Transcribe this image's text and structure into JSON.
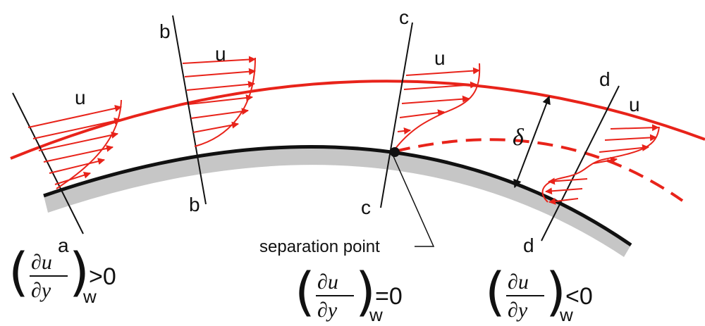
{
  "colors": {
    "velocity": "#e8231a",
    "wall": "#111111",
    "wall_shade": "#c6c6c6",
    "text": "#111111"
  },
  "velocity_label": "u",
  "boundary_layer_symbol": "δ",
  "separation_label": "separation point",
  "sections": [
    {
      "letter": "a"
    },
    {
      "letter": "b"
    },
    {
      "letter": "c"
    },
    {
      "letter": "d"
    }
  ],
  "gradient": {
    "numerator": "∂u",
    "denominator": "∂y",
    "subscript": "w"
  },
  "conditions": [
    {
      "relation": ">0"
    },
    {
      "relation": "=0"
    },
    {
      "relation": "<0"
    }
  ]
}
